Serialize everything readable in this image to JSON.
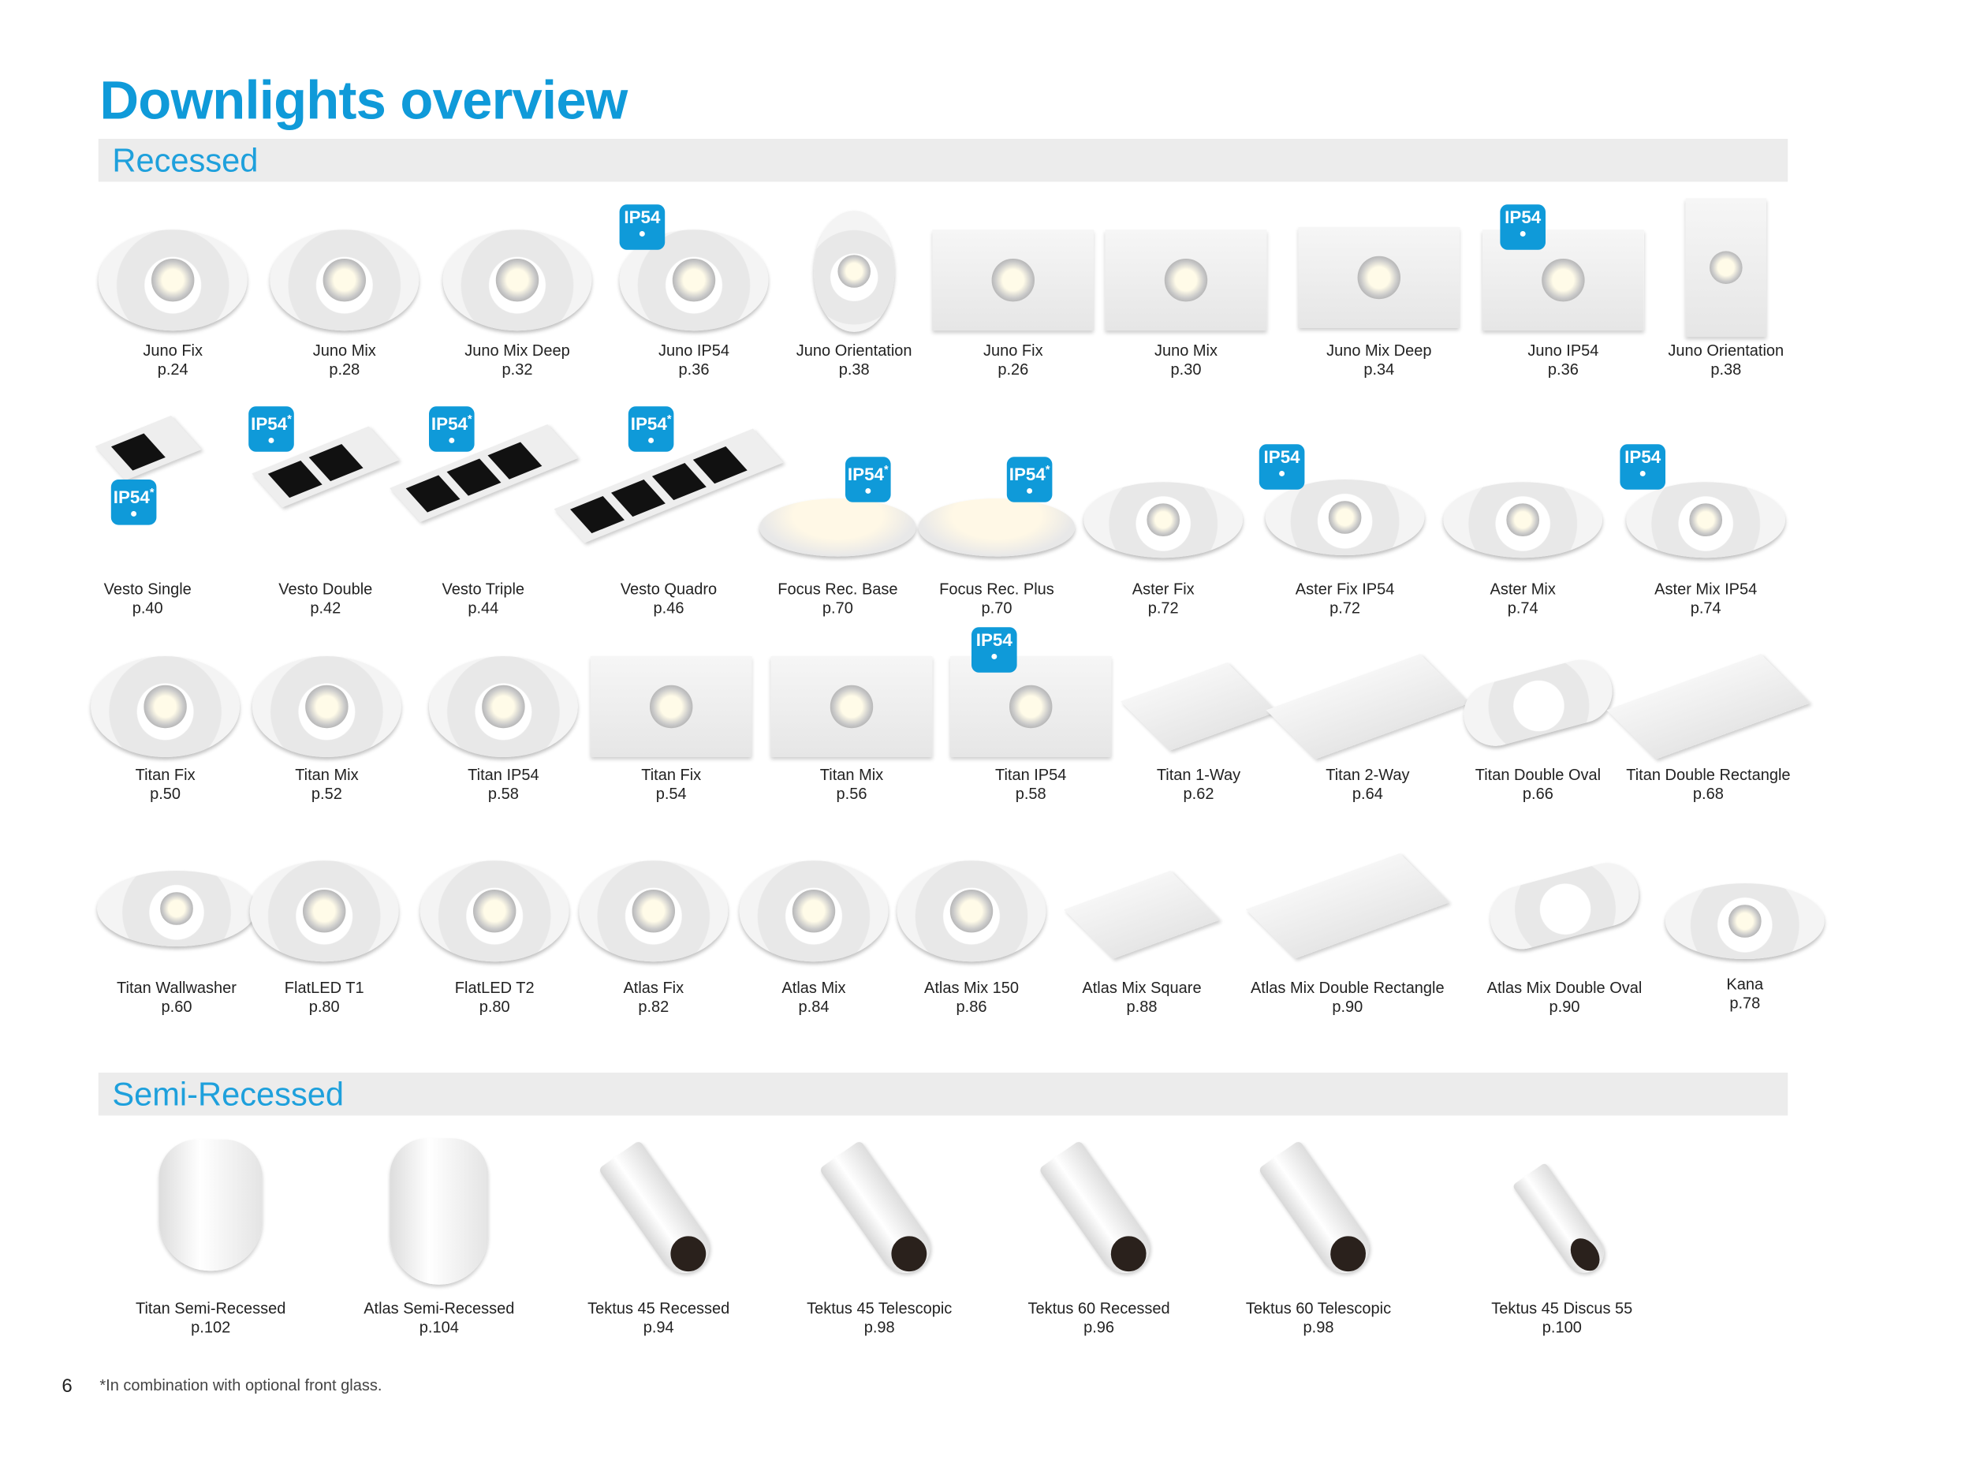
{
  "title": "Downlights overview",
  "sections": {
    "recessed": "Recessed",
    "semi": "Semi-Recessed"
  },
  "badge": {
    "label": "IP54",
    "asterisk": "*"
  },
  "items": [
    {
      "name": "Juno Fix",
      "page": "p.24",
      "ip54": false
    },
    {
      "name": "Juno Mix",
      "page": "p.28",
      "ip54": false
    },
    {
      "name": "Juno Mix Deep",
      "page": "p.32",
      "ip54": false
    },
    {
      "name": "Juno IP54",
      "page": "p.36",
      "ip54": true,
      "star": false
    },
    {
      "name": "Juno Orientation",
      "page": "p.38",
      "ip54": false
    },
    {
      "name": "Juno Fix",
      "page": "p.26",
      "ip54": false
    },
    {
      "name": "Juno Mix",
      "page": "p.30",
      "ip54": false
    },
    {
      "name": "Juno Mix Deep",
      "page": "p.34",
      "ip54": false
    },
    {
      "name": "Juno IP54",
      "page": "p.36",
      "ip54": true,
      "star": false
    },
    {
      "name": "Juno Orientation",
      "page": "p.38",
      "ip54": false
    },
    {
      "name": "Vesto Single",
      "page": "p.40",
      "ip54": true,
      "star": true
    },
    {
      "name": "Vesto Double",
      "page": "p.42",
      "ip54": true,
      "star": true
    },
    {
      "name": "Vesto Triple",
      "page": "p.44",
      "ip54": true,
      "star": true
    },
    {
      "name": "Vesto Quadro",
      "page": "p.46",
      "ip54": true,
      "star": true
    },
    {
      "name": "Focus Rec. Base",
      "page": "p.70",
      "ip54": true,
      "star": true
    },
    {
      "name": "Focus Rec. Plus",
      "page": "p.70",
      "ip54": true,
      "star": true
    },
    {
      "name": "Aster Fix",
      "page": "p.72",
      "ip54": false
    },
    {
      "name": "Aster Fix IP54",
      "page": "p.72",
      "ip54": true,
      "star": false
    },
    {
      "name": "Aster Mix",
      "page": "p.74",
      "ip54": false
    },
    {
      "name": "Aster Mix IP54",
      "page": "p.74",
      "ip54": true,
      "star": false
    },
    {
      "name": "Titan Fix",
      "page": "p.50",
      "ip54": false
    },
    {
      "name": "Titan Mix",
      "page": "p.52",
      "ip54": false
    },
    {
      "name": "Titan IP54",
      "page": "p.58",
      "ip54": false
    },
    {
      "name": "Titan Fix",
      "page": "p.54",
      "ip54": false
    },
    {
      "name": "Titan Mix",
      "page": "p.56",
      "ip54": false
    },
    {
      "name": "Titan IP54",
      "page": "p.58",
      "ip54": true,
      "star": false
    },
    {
      "name": "Titan 1-Way",
      "page": "p.62",
      "ip54": false
    },
    {
      "name": "Titan 2-Way",
      "page": "p.64",
      "ip54": false
    },
    {
      "name": "Titan Double Oval",
      "page": "p.66",
      "ip54": false
    },
    {
      "name": "Titan Double Rectangle",
      "page": "p.68",
      "ip54": false
    },
    {
      "name": "Titan Wallwasher",
      "page": "p.60",
      "ip54": false
    },
    {
      "name": "FlatLED T1",
      "page": "p.80",
      "ip54": false
    },
    {
      "name": "FlatLED T2",
      "page": "p.80",
      "ip54": false
    },
    {
      "name": "Atlas Fix",
      "page": "p.82",
      "ip54": false
    },
    {
      "name": "Atlas Mix",
      "page": "p.84",
      "ip54": false
    },
    {
      "name": "Atlas Mix 150",
      "page": "p.86",
      "ip54": false
    },
    {
      "name": "Atlas Mix Square",
      "page": "p.88",
      "ip54": false
    },
    {
      "name": "Atlas Mix Double Rectangle",
      "page": "p.90",
      "ip54": false
    },
    {
      "name": "Atlas Mix Double Oval",
      "page": "p.90",
      "ip54": false
    },
    {
      "name": "Kana",
      "page": "p.78",
      "ip54": false
    },
    {
      "name": "Titan Semi-Recessed",
      "page": "p.102",
      "ip54": false
    },
    {
      "name": "Atlas Semi-Recessed",
      "page": "p.104",
      "ip54": false
    },
    {
      "name": "Tektus 45 Recessed",
      "page": "p.94",
      "ip54": false
    },
    {
      "name": "Tektus 45 Telescopic",
      "page": "p.98",
      "ip54": false
    },
    {
      "name": "Tektus 60 Recessed",
      "page": "p.96",
      "ip54": false
    },
    {
      "name": "Tektus 60 Telescopic",
      "page": "p.98",
      "ip54": false
    },
    {
      "name": "Tektus 45 Discus 55",
      "page": "p.100",
      "ip54": false
    }
  ],
  "page_number": "6",
  "footnote": "*In combination with optional front glass.",
  "colors": {
    "accent": "#0f9ad9",
    "band": "#ececec"
  }
}
